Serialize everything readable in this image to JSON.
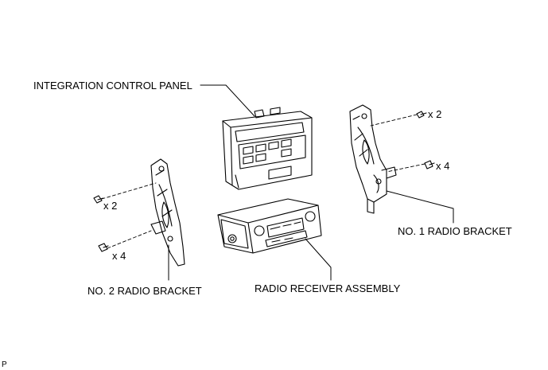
{
  "labels": {
    "integration_panel": "INTEGRATION CONTROL PANEL",
    "no1_bracket": "NO. 1 RADIO BRACKET",
    "no2_bracket": "NO. 2 RADIO BRACKET",
    "radio_receiver": "RADIO RECEIVER ASSEMBLY"
  },
  "quantities": {
    "right_upper_screw": "x 2",
    "right_lower_screw": "x 4",
    "left_upper_screw": "x 2",
    "left_lower_screw": "x 4"
  },
  "figure_code": "P"
}
